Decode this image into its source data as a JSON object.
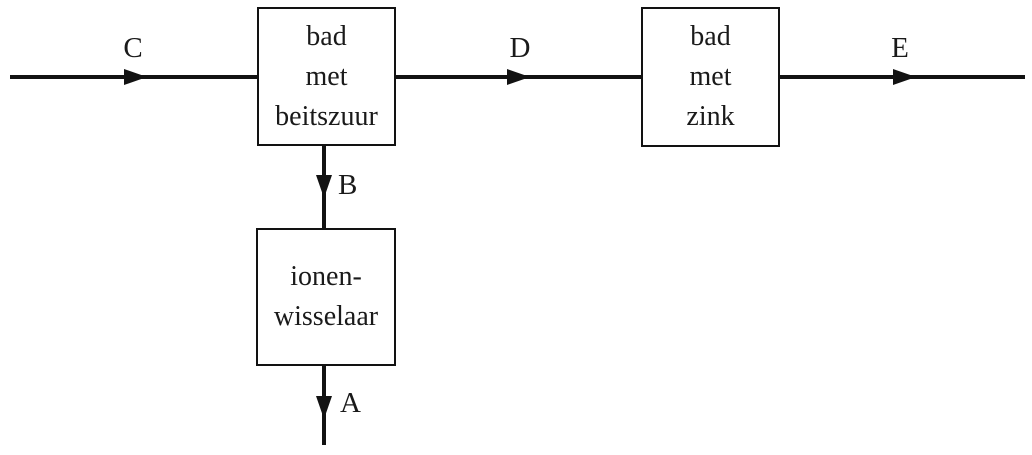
{
  "diagram": {
    "title": "galvanizing-process-flow",
    "boxes": [
      {
        "id": "bad-met-beitszuur",
        "label": "bad\nmet\nbeitszuur"
      },
      {
        "id": "bad-met-zink",
        "label": "bad\nmet\nzink"
      },
      {
        "id": "ionenwisselaar",
        "label": "ionen-\nwisselaar"
      }
    ],
    "arrows": [
      {
        "id": "arrow-c",
        "label": "C",
        "direction": "right",
        "from": "outside-left",
        "to": "bad-met-beitszuur"
      },
      {
        "id": "arrow-d",
        "label": "D",
        "direction": "right",
        "from": "bad-met-beitszuur",
        "to": "bad-met-zink"
      },
      {
        "id": "arrow-e",
        "label": "E",
        "direction": "right",
        "from": "bad-met-zink",
        "to": "outside-right"
      },
      {
        "id": "arrow-b",
        "label": "B",
        "direction": "down",
        "from": "bad-met-beitszuur",
        "to": "ionenwisselaar"
      },
      {
        "id": "arrow-a",
        "label": "A",
        "direction": "down",
        "from": "ionenwisselaar",
        "to": "outside-bottom"
      }
    ],
    "colors": {
      "line": "#121212",
      "text": "#1a1a1a",
      "background": "#ffffff",
      "box_border": "#121212"
    }
  }
}
